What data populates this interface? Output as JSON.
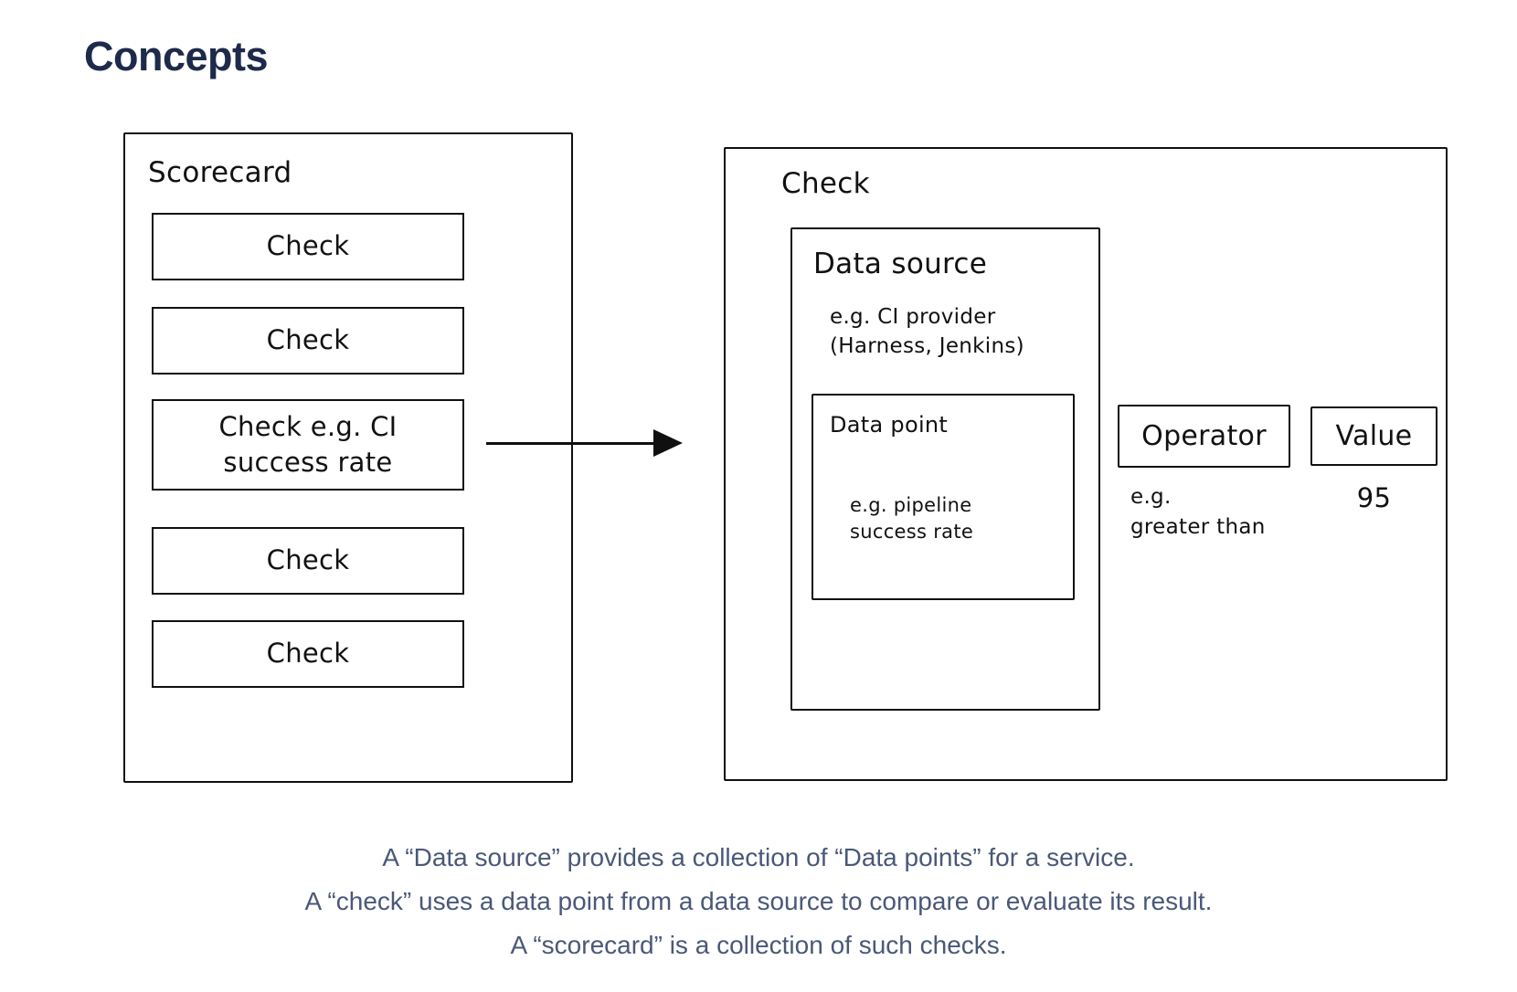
{
  "page": {
    "title": "Concepts",
    "title_color": "#1d2a4a",
    "background": "#ffffff"
  },
  "diagram": {
    "ink_color": "#101010",
    "scorecard": {
      "label": "Scorecard",
      "checks": [
        {
          "label": "Check"
        },
        {
          "label": "Check"
        },
        {
          "label": "Check e.g. CI\nsuccess rate"
        },
        {
          "label": "Check"
        },
        {
          "label": "Check"
        }
      ]
    },
    "arrow_icon": "right-arrow",
    "check_detail": {
      "label": "Check",
      "data_source": {
        "label": "Data source",
        "example": "e.g. CI provider\n(Harness, Jenkins)",
        "data_point": {
          "label": "Data point",
          "example": "e.g. pipeline\nsuccess rate"
        }
      },
      "operator": {
        "label": "Operator",
        "example": "e.g.\ngreater than"
      },
      "value": {
        "label": "Value",
        "example": "95"
      }
    }
  },
  "caption": {
    "color": "#4a5878",
    "lines": [
      "A “Data source” provides a collection of “Data points” for a service.",
      "A “check” uses a data point from a data source to compare or evaluate its result.",
      "A “scorecard” is a collection of such checks."
    ]
  }
}
